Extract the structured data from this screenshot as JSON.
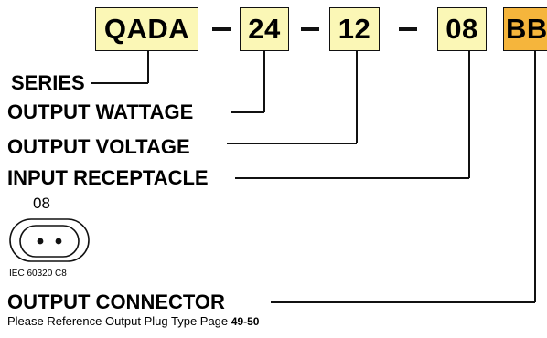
{
  "model": {
    "series_code": "QADA",
    "wattage_code": "24",
    "voltage_code": "12",
    "input_code": "08",
    "output_code": "BB",
    "separator": "–"
  },
  "labels": {
    "series": "SERIES",
    "output_wattage": "OUTPUT WATTAGE",
    "output_voltage": "OUTPUT VOLTAGE",
    "input_receptacle": "INPUT RECEPTACLE",
    "output_connector": "OUTPUT CONNECTOR"
  },
  "receptacle": {
    "code": "08",
    "standard": "IEC 60320 C8",
    "icon": "iec-c8-receptacle-icon"
  },
  "note": {
    "text": "Please Reference Output Plug Type Page ",
    "pages": "49-50"
  },
  "colors": {
    "code_box": "#fbf7b6",
    "output_box": "#f5b53c",
    "lines": "#111111"
  }
}
